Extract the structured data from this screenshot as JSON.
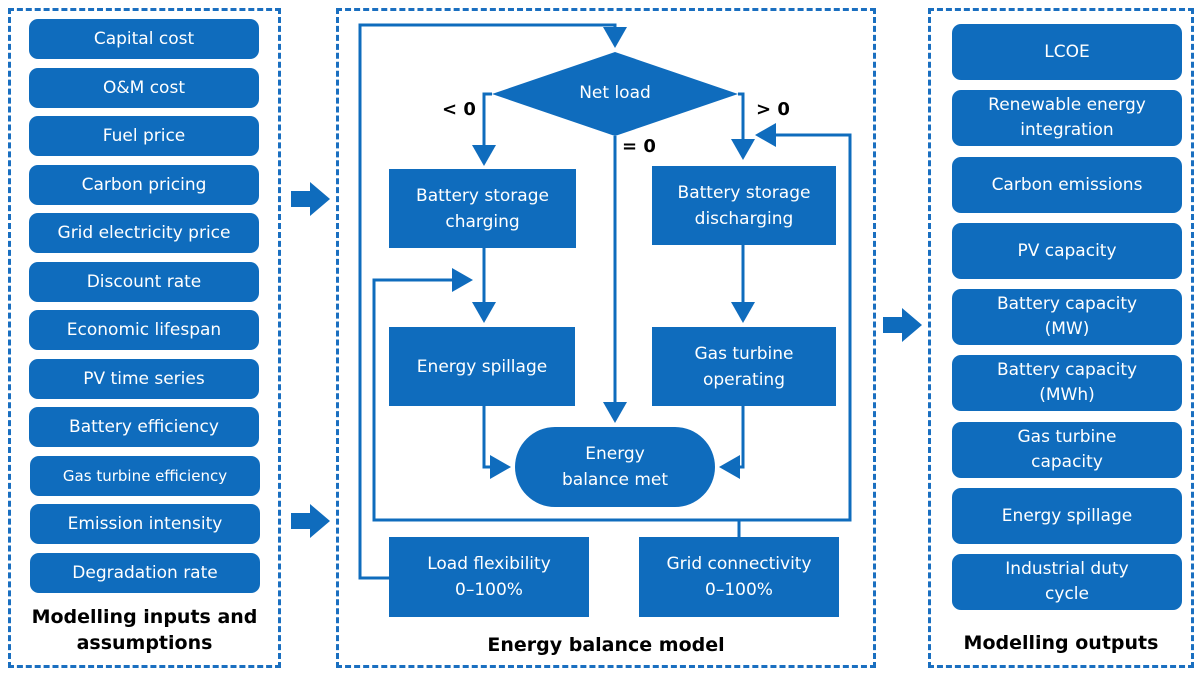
{
  "inputs": {
    "caption": "Modelling inputs and assumptions",
    "items": [
      "Capital cost",
      "O&M cost",
      "Fuel price",
      "Carbon pricing",
      "Grid electricity price",
      "Discount rate",
      "Economic lifespan",
      "PV time series",
      "Battery efficiency",
      "Gas turbine efficiency",
      "Emission intensity",
      "Degradation rate"
    ]
  },
  "model": {
    "caption": "Energy balance model",
    "decision": "Net load",
    "branch_lt": "< 0",
    "branch_eq": "= 0",
    "branch_gt": "> 0",
    "charging": "Battery storage charging",
    "discharging": "Battery storage discharging",
    "spillage": "Energy spillage",
    "gas_turbine": "Gas turbine operating",
    "balance": "Energy balance met",
    "load_flex": "Load flexibility 0–100%",
    "grid_conn": "Grid connectivity 0–100%"
  },
  "outputs": {
    "caption": "Modelling outputs",
    "items": [
      "LCOE",
      "Renewable energy integration",
      "Carbon emissions",
      "PV capacity",
      "Battery capacity (MW)",
      "Battery capacity (MWh)",
      "Gas turbine capacity",
      "Energy spillage",
      "Industrial duty cycle"
    ]
  },
  "colors": {
    "primary": "#0f6cbd",
    "border": "#1a6fc0",
    "text_on_primary": "#ffffff"
  }
}
